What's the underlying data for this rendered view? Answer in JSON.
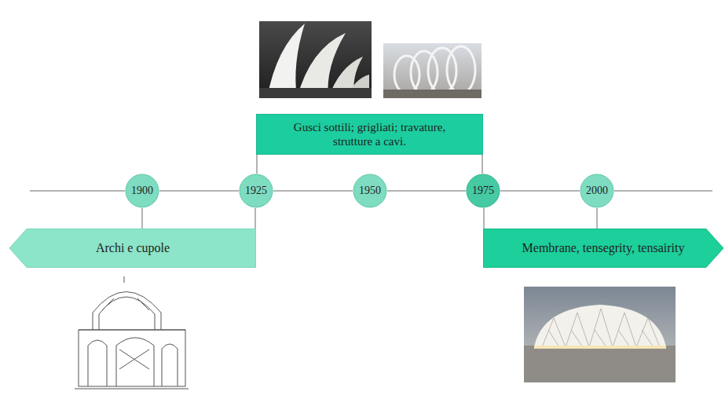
{
  "diagram": {
    "nodes": [
      {
        "text": [
          "Gusci sottili; grigliati; travature, strutture a cavi."
        ]
      },
      {
        "text": [
          "1900"
        ]
      },
      {
        "text": [
          "1925"
        ]
      },
      {
        "text": [
          "1950"
        ]
      },
      {
        "text": [
          "1975"
        ]
      },
      {
        "text": [
          "2000"
        ]
      },
      {
        "text": [
          "Archi e cupole"
        ]
      },
      {
        "text": [
          "Membrane, tensegrity, tensairity"
        ]
      }
    ],
    "edges": [
      {
        "from": 1,
        "to": 2,
        "arrow": "none"
      },
      {
        "from": 2,
        "to": 3,
        "arrow": "none"
      },
      {
        "from": 3,
        "to": 4,
        "arrow": "none"
      },
      {
        "from": 4,
        "to": 5,
        "arrow": "none"
      },
      {
        "from": 0,
        "to": 2,
        "arrow": "none"
      },
      {
        "from": 0,
        "to": 4,
        "arrow": "none"
      },
      {
        "from": 1,
        "to": 6,
        "arrow": "none"
      },
      {
        "from": 2,
        "to": 6,
        "arrow": "none"
      },
      {
        "from": 4,
        "to": 7,
        "arrow": "none"
      },
      {
        "from": 5,
        "to": 7,
        "arrow": "none"
      }
    ]
  }
}
